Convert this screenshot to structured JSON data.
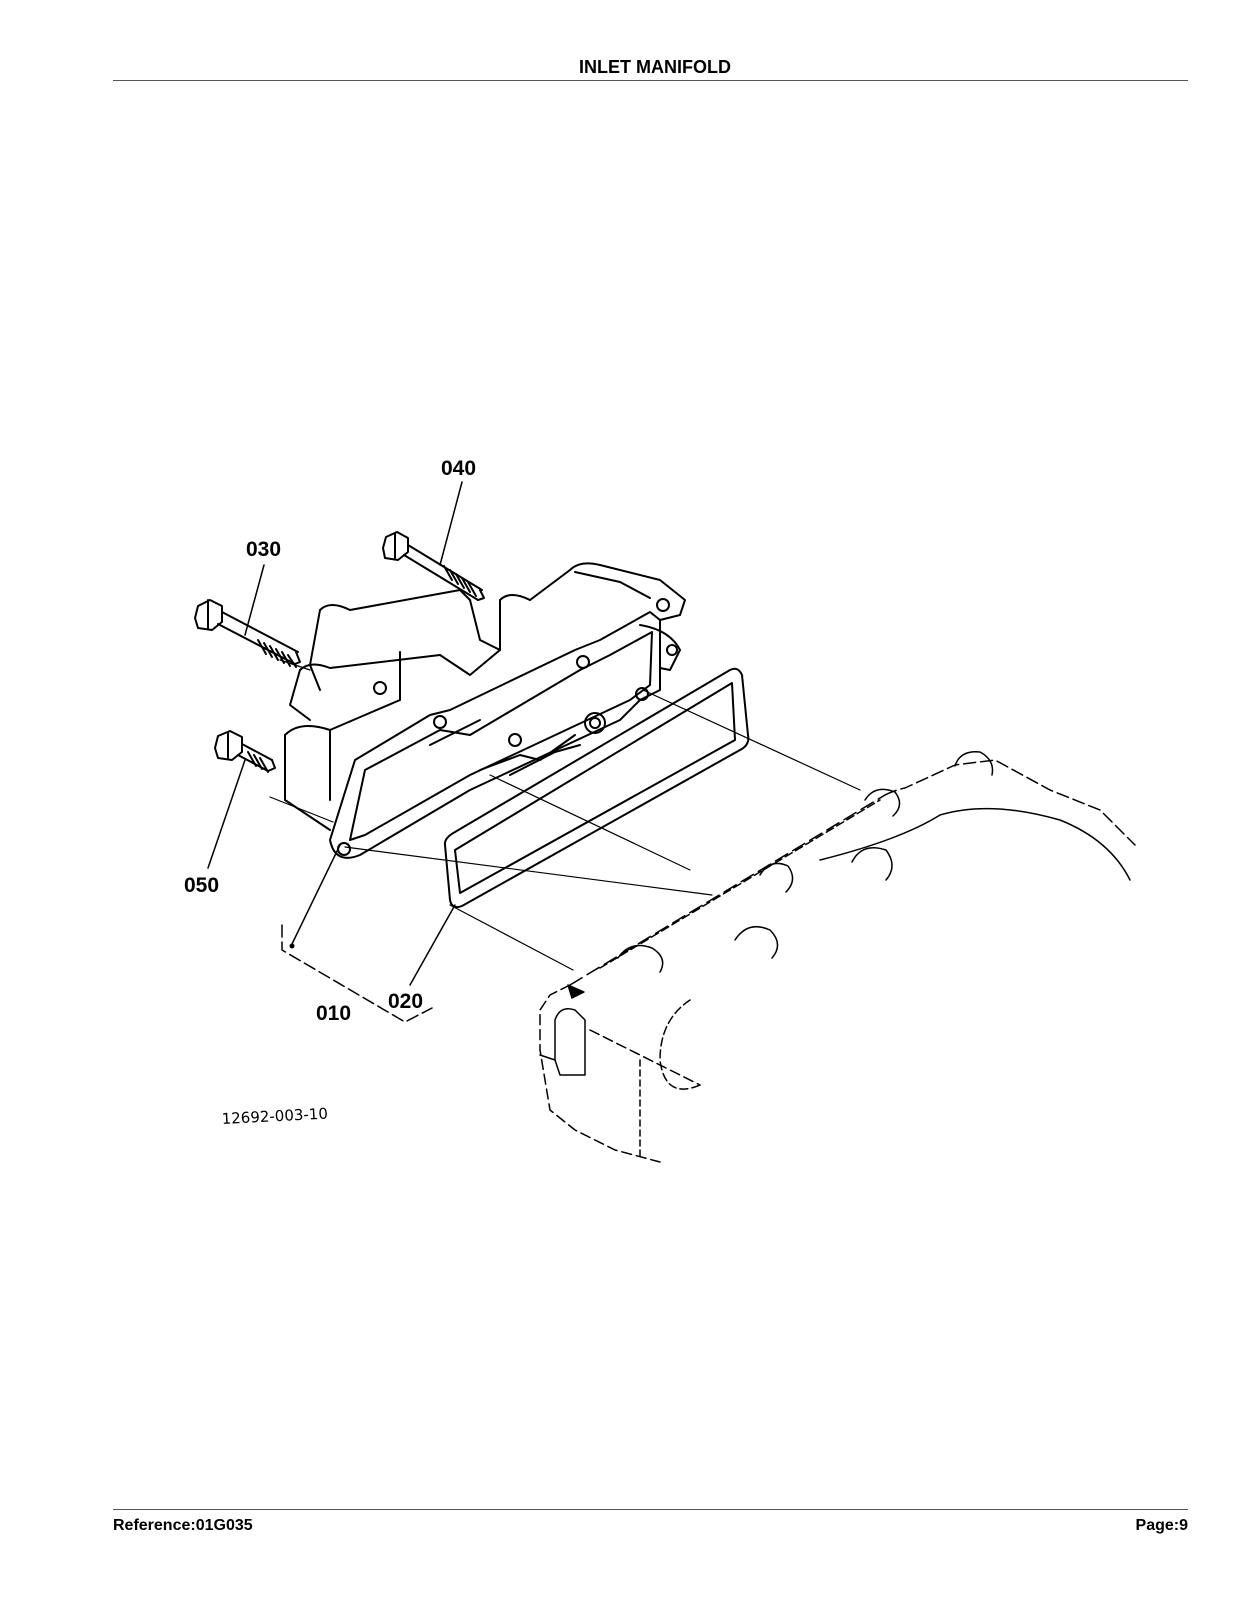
{
  "header": {
    "title": "INLET MANIFOLD"
  },
  "footer": {
    "reference": "Reference:01G035",
    "page": "Page:9"
  },
  "diagram": {
    "figure_number": "12692-003-10",
    "callouts": [
      {
        "id": "040",
        "label": "040"
      },
      {
        "id": "030",
        "label": "030"
      },
      {
        "id": "050",
        "label": "050"
      },
      {
        "id": "010",
        "label": "010"
      },
      {
        "id": "020",
        "label": "020"
      }
    ]
  }
}
